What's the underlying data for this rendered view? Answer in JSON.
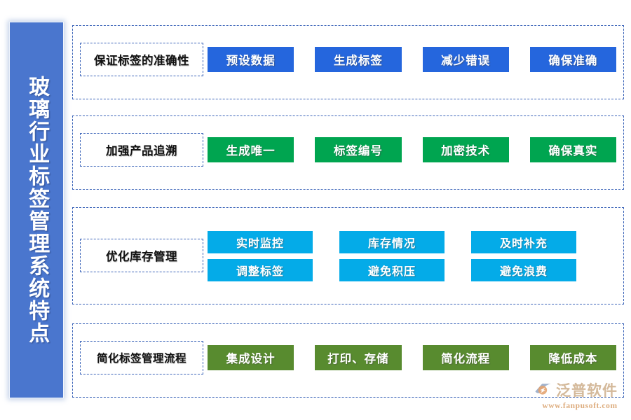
{
  "sidebar": {
    "title": "玻璃行业标签管理系统特点",
    "color": "#4a76ce"
  },
  "rows": [
    {
      "label": "保证标签的准确性",
      "color": "#2566dd",
      "color_name": "blue",
      "chips": [
        "预设数据",
        "生成标签",
        "减少错误",
        "确保准确"
      ]
    },
    {
      "label": "加强产品追溯",
      "color": "#00a550",
      "color_name": "green",
      "chips": [
        "生成唯一",
        "标签编号",
        "加密技术",
        "确保真实"
      ]
    },
    {
      "label": "优化库存管理",
      "color": "#04abe8",
      "color_name": "cyan",
      "chips_row_1": [
        "实时监控",
        "库存情况",
        "及时补充"
      ],
      "chips_row_2": [
        "调整标签",
        "避免积压",
        "避免浪费"
      ]
    },
    {
      "label": "简化标签管理流程",
      "color": "#588b2f",
      "color_name": "olive",
      "chips": [
        "集成设计",
        "打印、存储",
        "简化流程",
        "降低成本"
      ]
    }
  ],
  "watermark": {
    "brand": "泛普软件",
    "url": "www.fanpusoft.com",
    "brand_color": "#c9a882",
    "url_color": "#d9a06a"
  }
}
